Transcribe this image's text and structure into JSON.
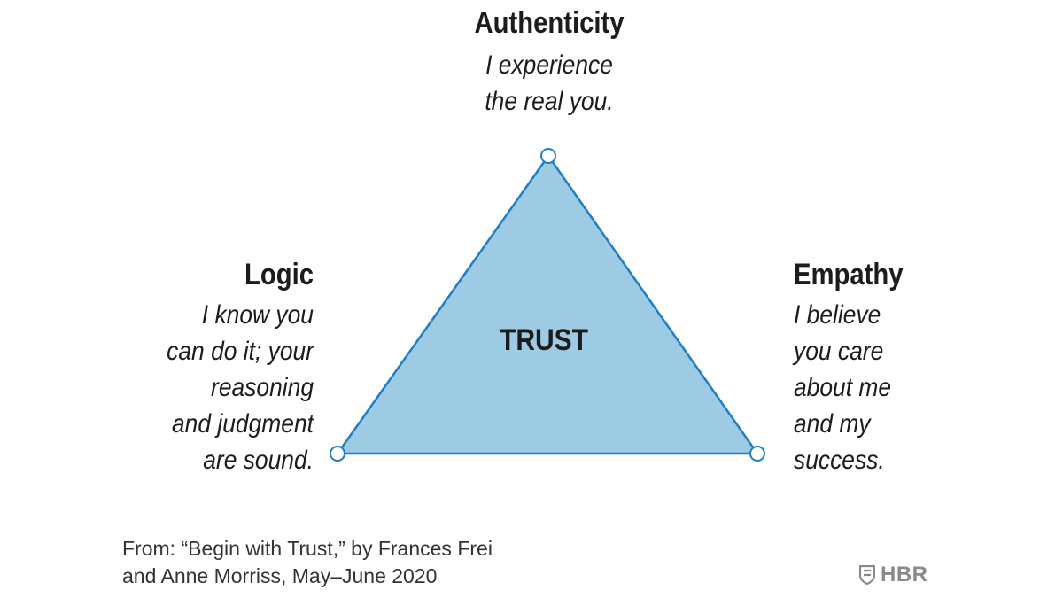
{
  "diagram": {
    "center_label": "TRUST",
    "colors": {
      "fill": "#9ccbe3",
      "stroke": "#1f7fc4",
      "node_fill": "#ffffff",
      "text": "#1c1c1c"
    },
    "nodes": [
      {
        "id": "authenticity",
        "title": "Authenticity",
        "description_lines": [
          "I experience",
          "the real you."
        ]
      },
      {
        "id": "logic",
        "title": "Logic",
        "description_lines": [
          "I know you",
          "can do it; your",
          "reasoning",
          "and judgment",
          "are sound."
        ]
      },
      {
        "id": "empathy",
        "title": "Empathy",
        "description_lines": [
          "I believe",
          "you care",
          "about me",
          "and my",
          "success."
        ]
      }
    ]
  },
  "source": {
    "lines": [
      "From: “Begin with Trust,” by Frances Frei",
      "and Anne Morriss, May–June 2020"
    ]
  },
  "brand": {
    "text": "HBR",
    "icon": "shield-icon",
    "color": "#8a8a8a"
  }
}
